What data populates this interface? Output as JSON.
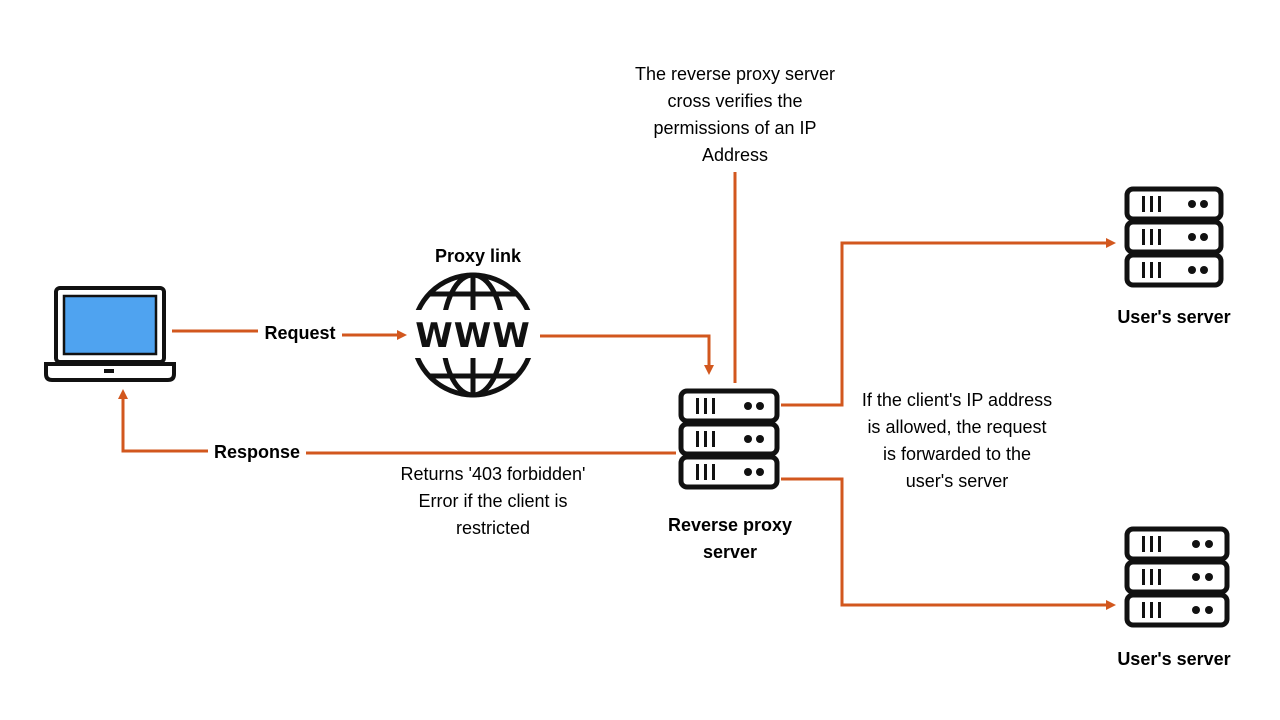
{
  "colors": {
    "arrow": "#D2571E",
    "icon": "#111111",
    "screen": "#4FA3F0",
    "background": "#FFFFFF"
  },
  "nodes": {
    "client": {
      "icon": "laptop-icon"
    },
    "proxy_link": {
      "label": "Proxy link",
      "icon": "www-globe-icon"
    },
    "reverse_proxy": {
      "label": "Reverse proxy\nserver",
      "icon": "server-rack-icon"
    },
    "user_server_top": {
      "label": "User's server",
      "icon": "server-rack-icon"
    },
    "user_server_bottom": {
      "label": "User's server",
      "icon": "server-rack-icon"
    }
  },
  "edges": {
    "request": {
      "label": "Request"
    },
    "response": {
      "label": "Response"
    }
  },
  "annotations": {
    "verify": "The reverse proxy server\ncross verifies the\npermissions of an IP\nAddress",
    "forbidden": "Returns '403 forbidden'\nError if the client is\nrestricted",
    "allowed": "If the client's IP address\nis allowed, the request\nis forwarded to the\nuser's server"
  }
}
